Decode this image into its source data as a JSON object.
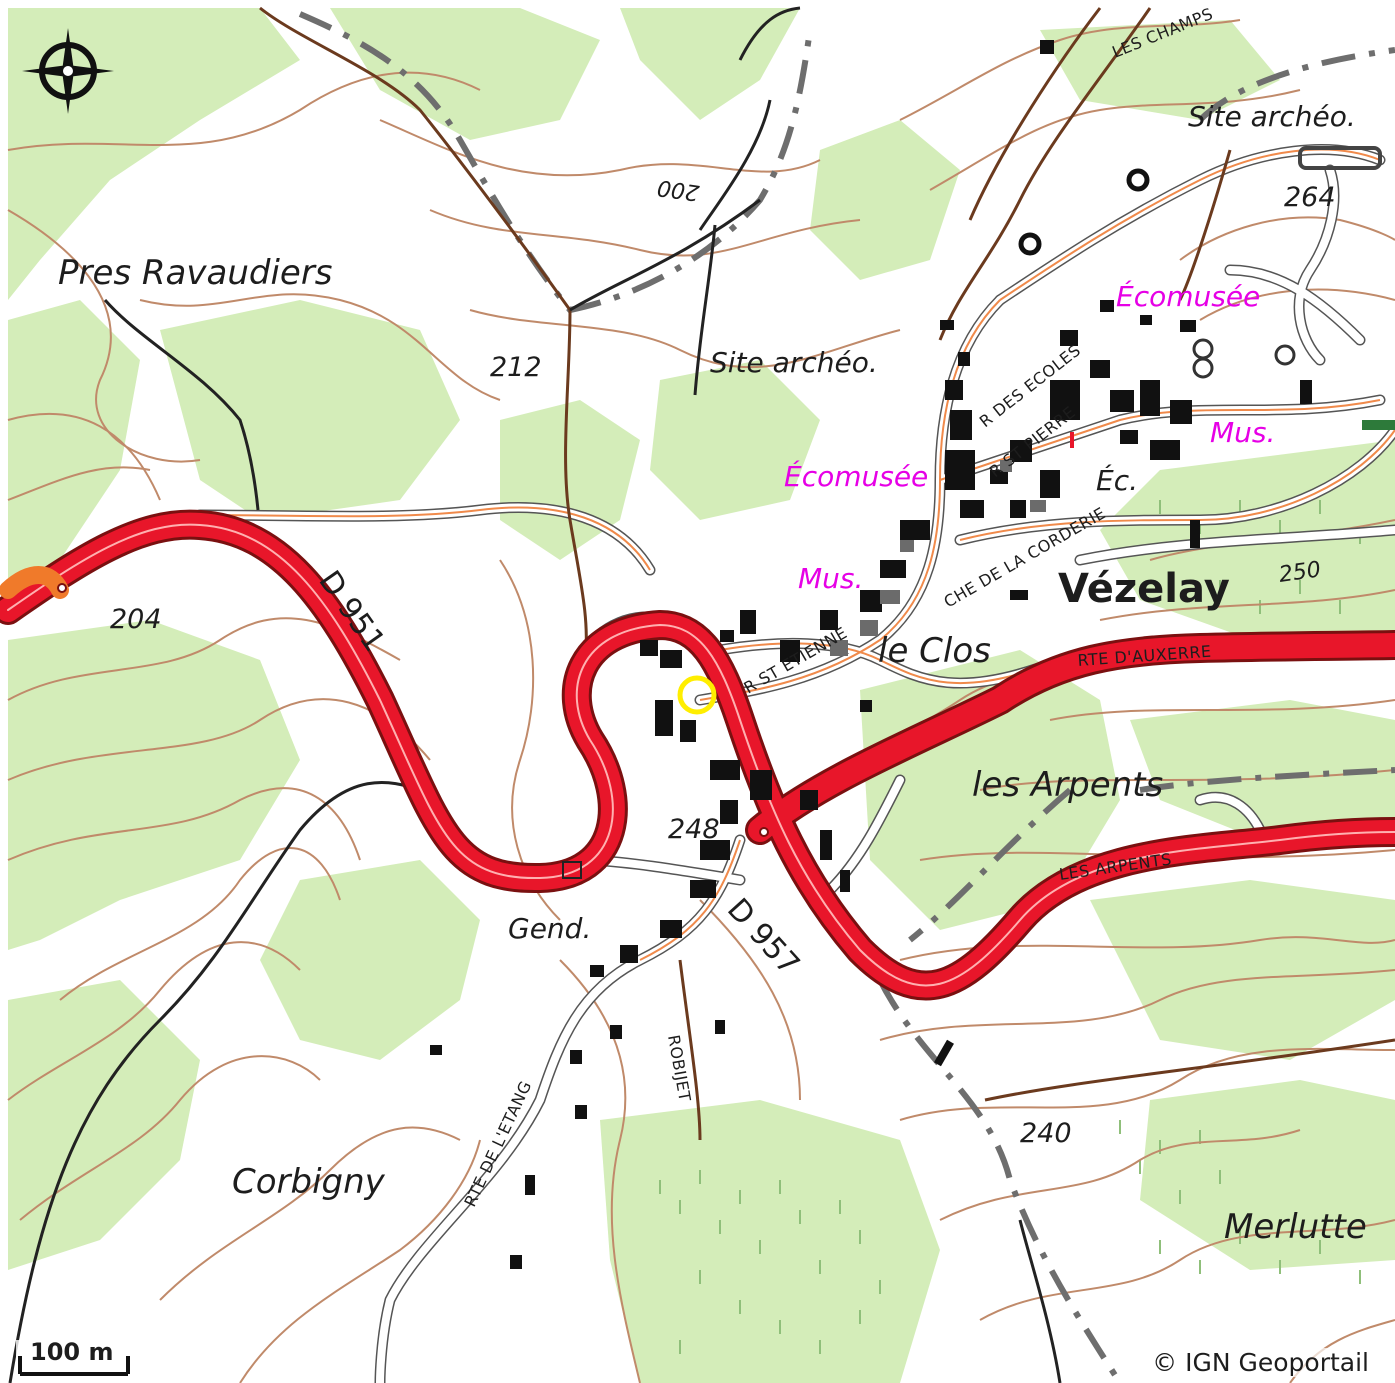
{
  "map": {
    "places": {
      "pres_ravaudiers": "Pres Ravaudiers",
      "vezelay": "Vézelay",
      "le_clos": "le Clos",
      "les_arpents": "les Arpents",
      "corbigny": "Corbigny",
      "merlutte": "Merlutte"
    },
    "pois": {
      "site_archeo_1": "Site archéo.",
      "site_archeo_2": "Site archéo.",
      "ecomusee_1": "Écomusée",
      "ecomusee_2": "Écomusée",
      "mus_1": "Mus.",
      "mus_2": "Mus.",
      "ec": "Éc.",
      "gend": "Gend."
    },
    "elevations": {
      "e212": "212",
      "e204": "204",
      "e264": "264",
      "e250": "250",
      "e240": "240",
      "e248": "248",
      "e200": "200"
    },
    "roads": {
      "d951": "D 951",
      "d957": "D 957",
      "rte_auxerre": "RTE D'AUXERRE",
      "les_arpents_road": "LES ARPENTS",
      "les_champs": "LES CHAMPS",
      "r_des_ecoles": "R DES ECOLES",
      "r_st_pierre": "R ST PIERRE",
      "che_corderie": "CHE DE LA CORDERIE",
      "r_st_etienne": "R ST ETIENNE",
      "rte_etang": "RTE DE L'ETANG",
      "robijet": "ROBIJET"
    },
    "scale": "100 m",
    "attribution": "© IGN Geoportail",
    "icons": {
      "compass": "compass-rose-icon",
      "marker": "location-marker-icon"
    },
    "colors": {
      "vegetation": "#d4edb9",
      "contour": "#c08a6a",
      "main_road": "#e8162a",
      "road_casing": "#7a1010",
      "marker": "#ffee00",
      "boundary": "#6e6e6e"
    }
  }
}
